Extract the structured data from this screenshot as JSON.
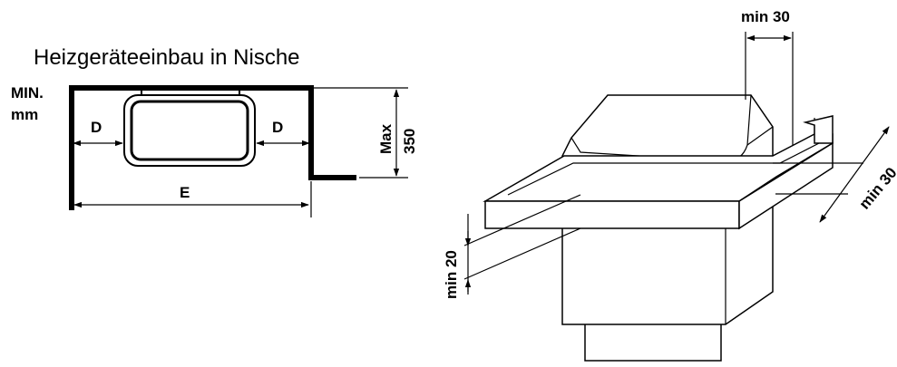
{
  "left_figure": {
    "title": "Heizgeräteeinbau in Nische",
    "min_label": "MIN.",
    "unit_label": "mm",
    "gap_left": "D",
    "gap_right": "D",
    "width_label": "E",
    "height_label_max": "Max",
    "height_label_value": "350"
  },
  "right_figure": {
    "top_clearance": "min 30",
    "side_clearance": "min 30",
    "shelf_clearance": "min 20"
  }
}
